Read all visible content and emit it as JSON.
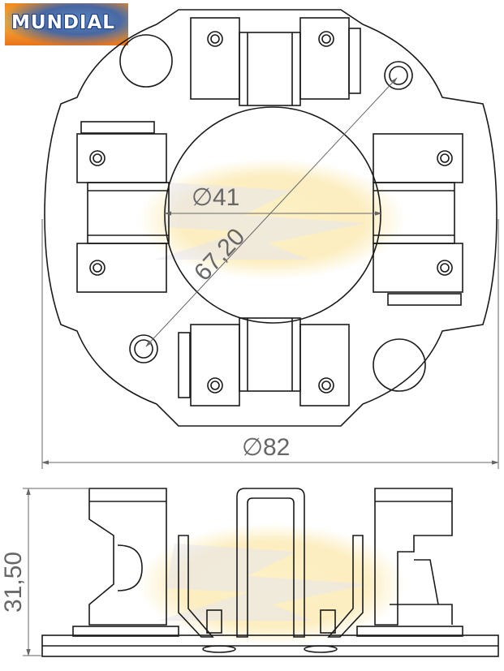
{
  "logo": {
    "text": "MUNDIAL"
  },
  "dimensions": {
    "inner_diameter": "41",
    "bolt_circle": "67,20",
    "outer_diameter": "82",
    "height": "31,50",
    "diameter_symbol": "∅"
  },
  "colors": {
    "line": "#1a1a1a",
    "dimension": "#666666",
    "watermark_yellow": "#fbe7a6",
    "logo_orange": "#f28a1e",
    "logo_blue": "#2a5fb8"
  }
}
